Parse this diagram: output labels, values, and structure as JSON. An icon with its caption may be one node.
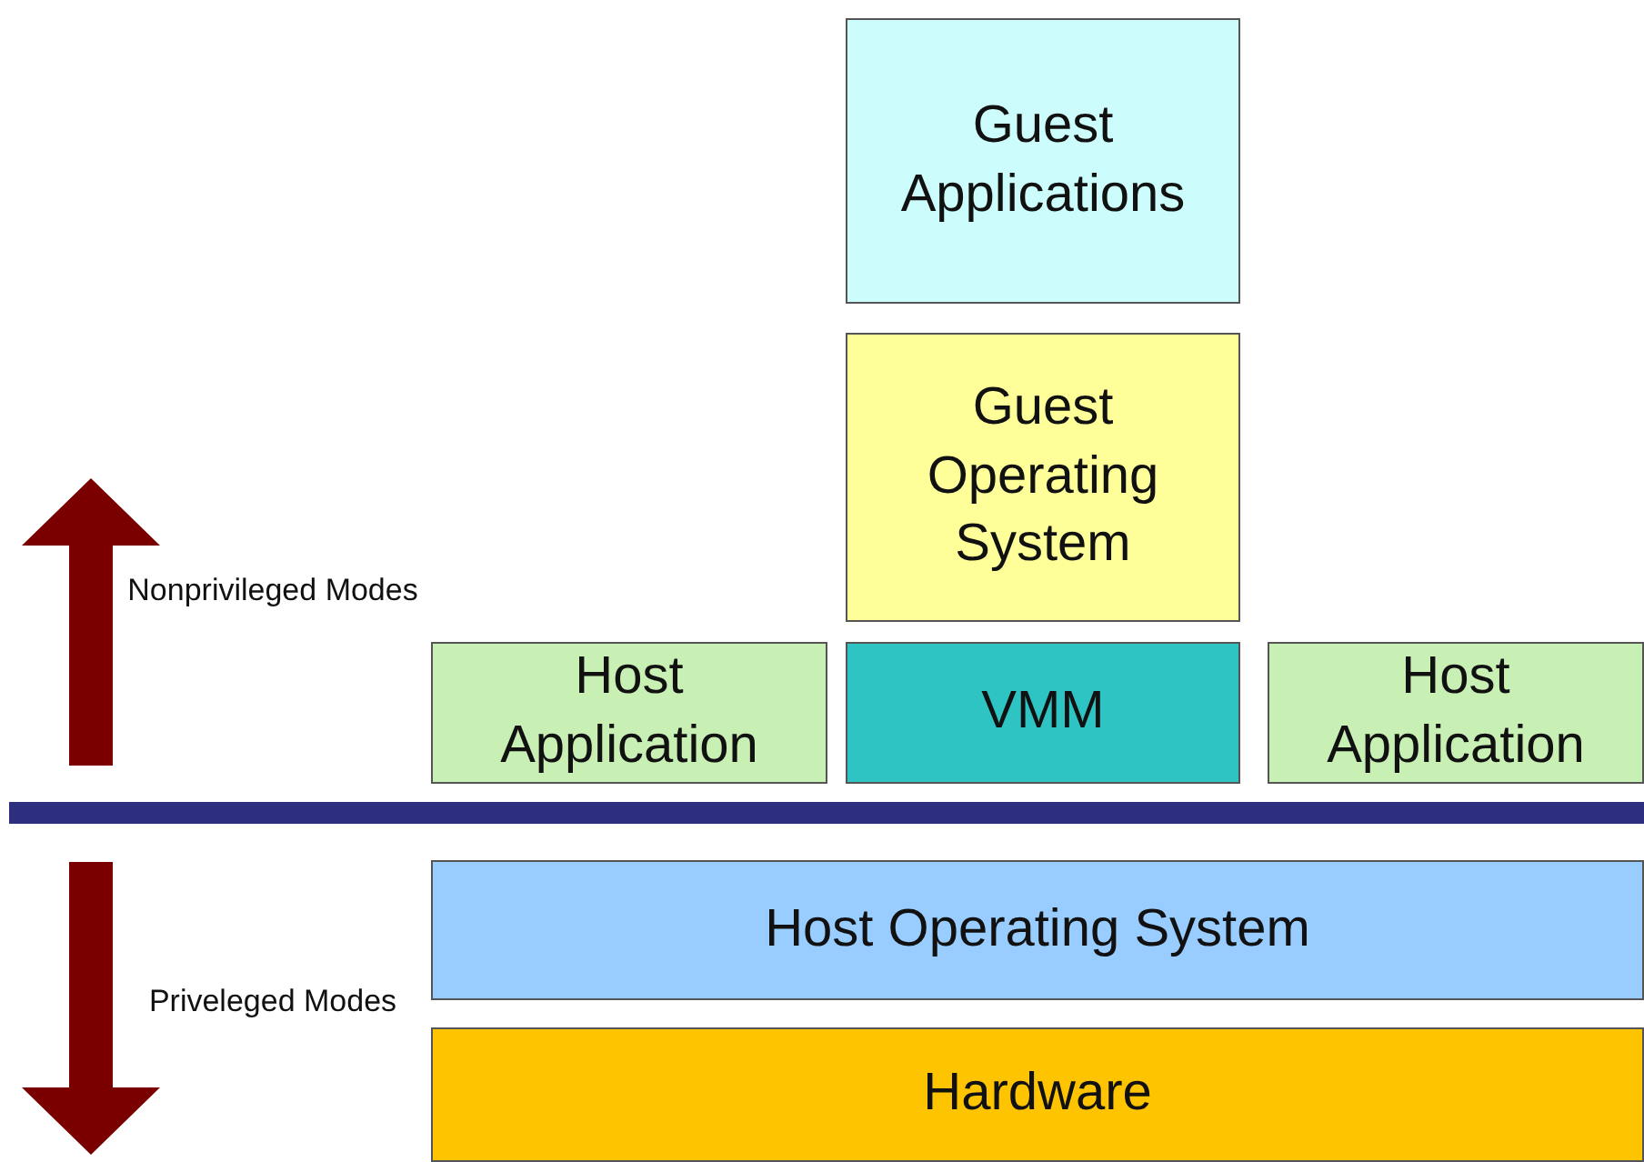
{
  "diagram": {
    "nodes": [
      {
        "text": [
          "Guest Applications"
        ]
      },
      {
        "text": [
          "Guest Operating System"
        ]
      },
      {
        "text": [
          "Host Application"
        ]
      },
      {
        "text": [
          "VMM"
        ]
      },
      {
        "text": [
          "Host Application"
        ]
      },
      {
        "text": [
          "Host Operating System"
        ]
      },
      {
        "text": [
          "Hardware"
        ]
      }
    ],
    "edges": [],
    "labels": [
      "Nonprivileged Modes",
      "Priveleged Modes"
    ]
  }
}
